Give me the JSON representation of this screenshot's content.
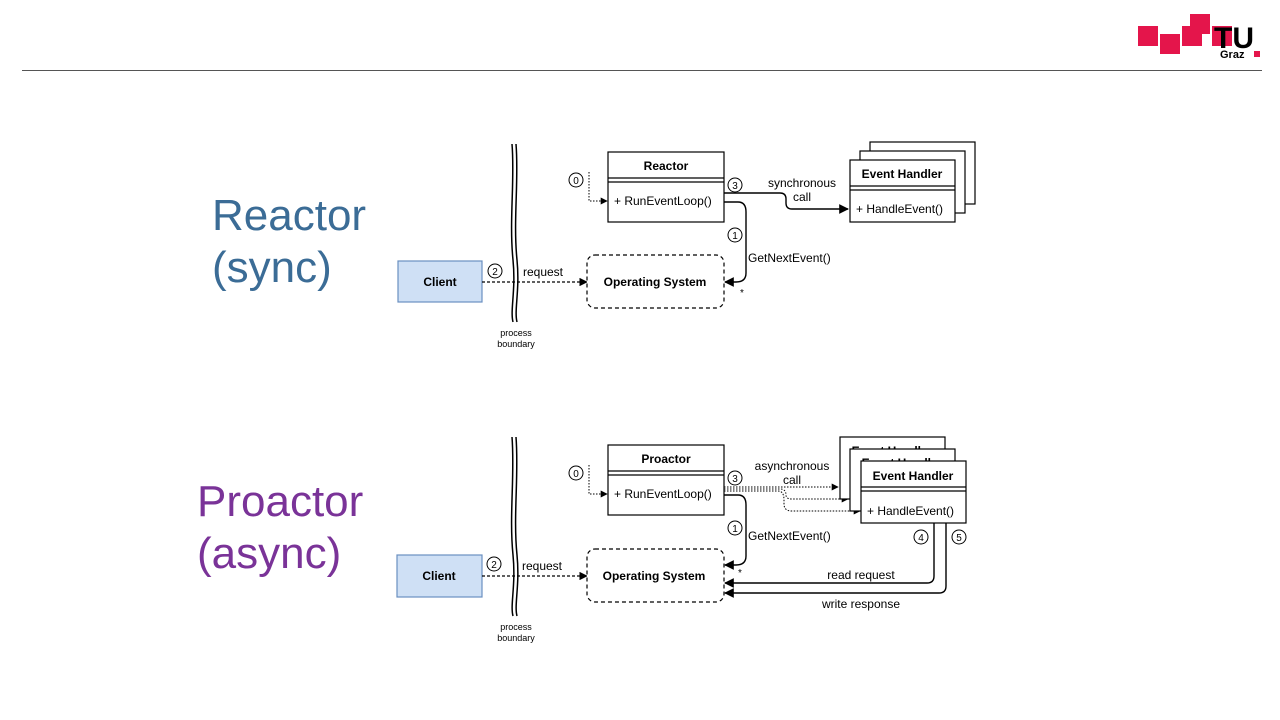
{
  "header": {
    "logo_text": "TU",
    "logo_subtext": "Graz"
  },
  "colors": {
    "reactor_title": "#3b6c96",
    "proactor_title": "#7a3398",
    "client_fill": "#cfe0f5",
    "client_stroke": "#6a8fc0",
    "logo_brand": "#e4154b"
  },
  "reactor": {
    "title_line1": "Reactor",
    "title_line2": "(sync)",
    "client_label": "Client",
    "os_label": "Operating System",
    "class_name": "Reactor",
    "class_method": "+ RunEventLoop()",
    "handler_name": "Event Handler",
    "handler_method": "+ HandleEvent()",
    "call_label_line1": "synchronous",
    "call_label_line2": "call",
    "next_event_label": "GetNextEvent()",
    "request_label": "request",
    "boundary_line1": "process",
    "boundary_line2": "boundary",
    "step_0": "0",
    "step_1": "1",
    "step_2": "2",
    "step_3": "3",
    "multiplicity": "*"
  },
  "proactor": {
    "title_line1": "Proactor",
    "title_line2": "(async)",
    "client_label": "Client",
    "os_label": "Operating System",
    "class_name": "Proactor",
    "class_method": "+ RunEventLoop()",
    "handler_name": "Event Handler",
    "handler_method": "+ HandleEvent()",
    "call_label_line1": "asynchronous",
    "call_label_line2": "call",
    "next_event_label": "GetNextEvent()",
    "request_label": "request",
    "read_label": "read request",
    "write_label": "write response",
    "boundary_line1": "process",
    "boundary_line2": "boundary",
    "step_0": "0",
    "step_1": "1",
    "step_2": "2",
    "step_3": "3",
    "step_4": "4",
    "step_5": "5",
    "multiplicity": "*"
  }
}
